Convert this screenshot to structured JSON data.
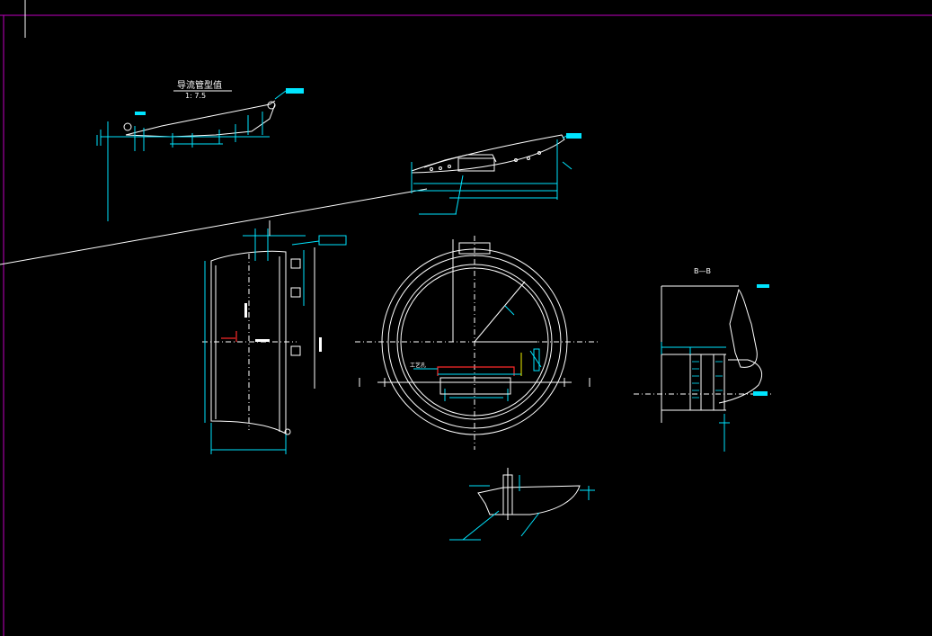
{
  "drawing": {
    "colors": {
      "background": "#000000",
      "frame": "#c000c0",
      "geometry": "#ffffff",
      "dimension": "#00e5ff",
      "highlight": "#ff2a2a",
      "note": "#f2f200"
    },
    "title_block": {
      "title": "导流管型值",
      "scale": "1: 7.5"
    },
    "section_label": "B—B",
    "notes": {
      "process_hole": "工艺孔"
    }
  }
}
